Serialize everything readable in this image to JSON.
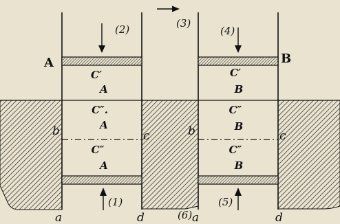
{
  "colors": {
    "background": "#eae3cf",
    "ink": "#111111"
  },
  "figure": {
    "labels": {
      "A_left": "A",
      "B_right": "B",
      "n1": "(1)",
      "n2": "(2)",
      "n3": "(3)",
      "n4": "(4)",
      "n5": "(5)",
      "n6": "(6)",
      "b_left": "b",
      "c_left": "c",
      "b_right": "b",
      "c_right": "c",
      "a_left": "a",
      "d_left": "d",
      "a_right": "a",
      "d_right": "d"
    },
    "left_column": {
      "cell1_top": "C′",
      "cell1_bottom": "A",
      "cell2_top": "C″.",
      "cell2_bottom": "A",
      "cell3_top": "C″",
      "cell3_bottom": "A"
    },
    "right_column": {
      "cell1_top": "C′",
      "cell1_bottom": "B",
      "cell2_top": "C″",
      "cell2_bottom": "B",
      "cell3_top": "C″",
      "cell3_bottom": "B"
    }
  }
}
